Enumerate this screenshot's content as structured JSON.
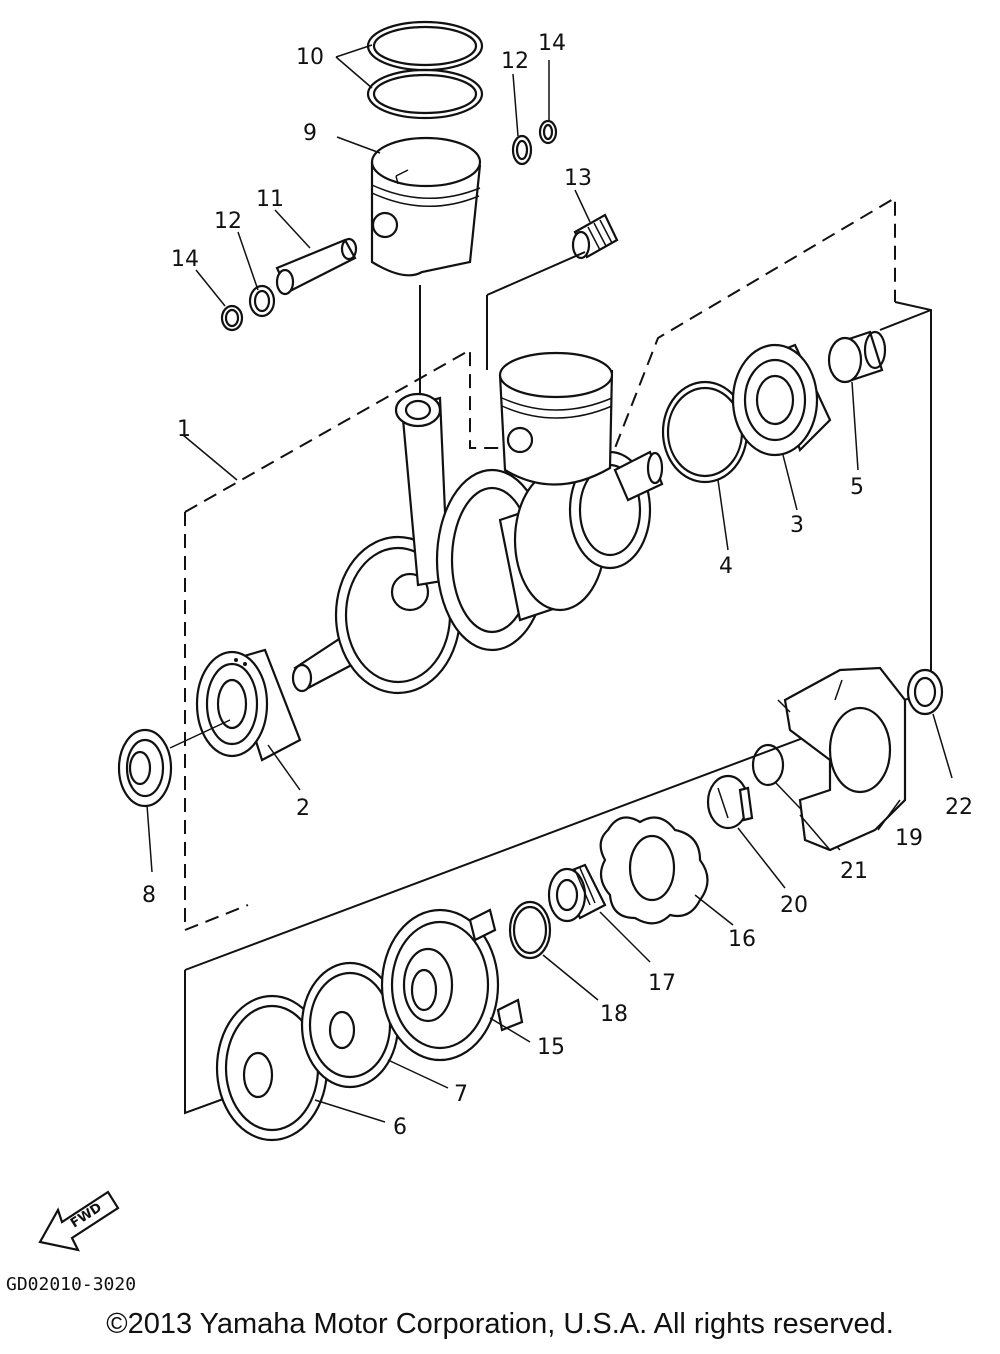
{
  "callouts": [
    "1",
    "2",
    "3",
    "4",
    "5",
    "6",
    "7",
    "8",
    "9",
    "10",
    "11",
    "12",
    "12",
    "13",
    "14",
    "14",
    "15",
    "16",
    "17",
    "18",
    "19",
    "20",
    "21",
    "22"
  ],
  "fwd_label": "FWD",
  "diagram_code": "GD02010-3020",
  "copyright": "©2013 Yamaha Motor Corporation, U.S.A. All rights reserved."
}
